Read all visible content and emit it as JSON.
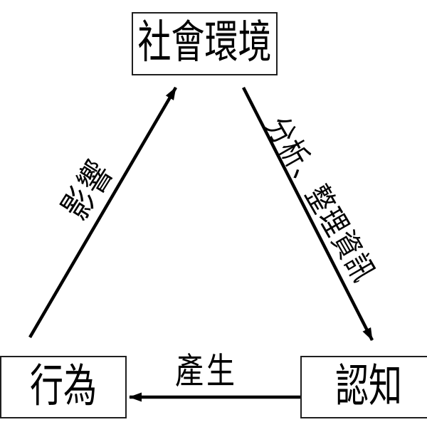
{
  "page": {
    "background_color": "#ffffff",
    "line_color": "#000000",
    "box_border_color": "#1f1f1f"
  },
  "diagram": {
    "nodes": {
      "social_environment": {
        "label": "社會環境"
      },
      "behavior": {
        "label": "行為"
      },
      "cognition": {
        "label": "認知"
      }
    },
    "edges": {
      "influence": {
        "label": "影響",
        "from": "behavior",
        "to": "social_environment",
        "direction": "up-right"
      },
      "analyze": {
        "label": "分析、整理資訊",
        "from": "social_environment",
        "to": "cognition",
        "direction": "down-right"
      },
      "produce": {
        "label": "產生",
        "from": "cognition",
        "to": "behavior",
        "direction": "left"
      }
    }
  }
}
